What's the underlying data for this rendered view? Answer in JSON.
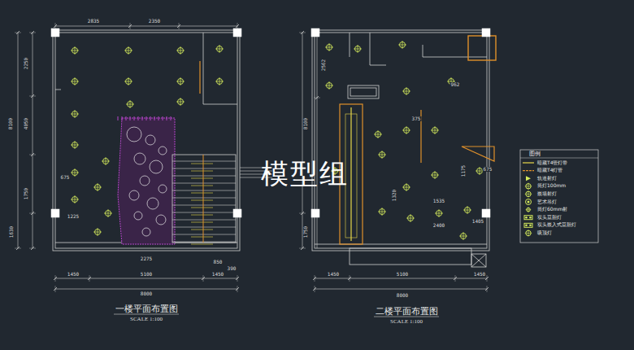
{
  "diagram": {
    "labels": [
      "2835",
      "2350",
      "2250",
      "8100",
      "4050",
      "1750",
      "1630",
      "675",
      "1225",
      "2275",
      "850",
      "390",
      "1450",
      "5100",
      "1450",
      "8000",
      "一楼平面布置图",
      "SCALE 1:100",
      "2562",
      "8100",
      "1750",
      "962",
      "375",
      "1535",
      "2400",
      "1405",
      "1175",
      "675",
      "1320",
      "1450",
      "5100",
      "1450",
      "8000",
      "二楼平面布置图",
      "SCALE 1:100",
      "图例",
      "模型组"
    ],
    "legend": [
      {
        "text": "暗藏T4管灯带"
      },
      {
        "text": "暗藏T4灯管"
      },
      {
        "text": "轨道射灯"
      },
      {
        "text": "筒灯100mm"
      },
      {
        "text": "嵌墙射灯"
      },
      {
        "text": "艺术吊灯"
      },
      {
        "text": "筒灯60mm射"
      },
      {
        "text": "双头豆胆灯"
      },
      {
        "text": "双头嵌入式豆胆灯"
      },
      {
        "text": "吸顶灯"
      }
    ]
  }
}
